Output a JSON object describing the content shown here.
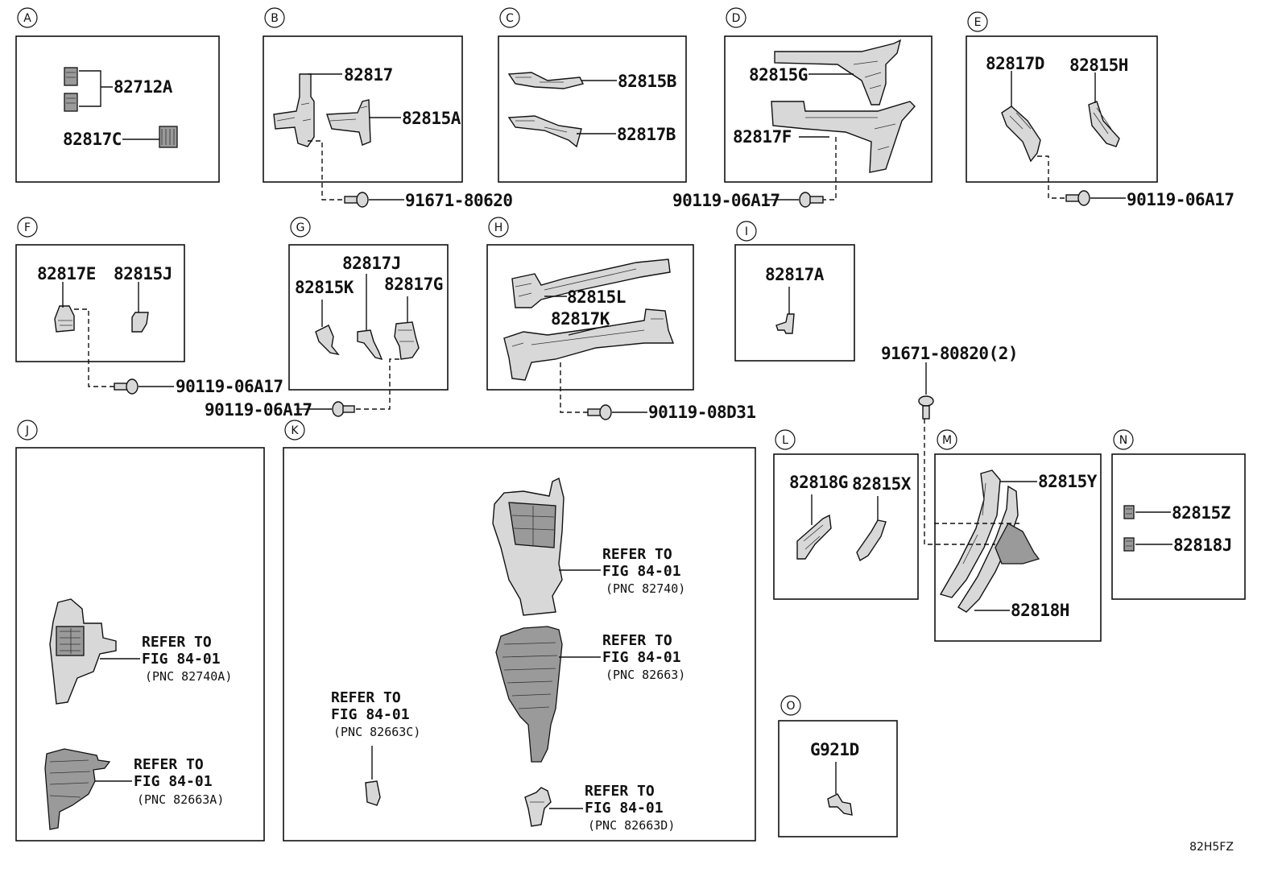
{
  "diagram_code": "82H5FZ",
  "sections": {
    "A": {
      "letter": "A",
      "parts": [
        "82712A",
        "82817C"
      ]
    },
    "B": {
      "letter": "B",
      "parts": [
        "82817",
        "82815A"
      ],
      "fastener": "91671-80620"
    },
    "C": {
      "letter": "C",
      "parts": [
        "82815B",
        "82817B"
      ]
    },
    "D": {
      "letter": "D",
      "parts": [
        "82815G",
        "82817F"
      ],
      "fastener": "90119-06A17"
    },
    "E": {
      "letter": "E",
      "parts": [
        "82817D",
        "82815H"
      ],
      "fastener": "90119-06A17"
    },
    "F": {
      "letter": "F",
      "parts": [
        "82817E",
        "82815J"
      ],
      "fastener": "90119-06A17"
    },
    "G": {
      "letter": "G",
      "parts": [
        "82817J",
        "82815K",
        "82817G"
      ],
      "fastener": "90119-06A17"
    },
    "H": {
      "letter": "H",
      "parts": [
        "82815L",
        "82817K"
      ],
      "fastener": "90119-08D31"
    },
    "I": {
      "letter": "I",
      "parts": [
        "82817A"
      ]
    },
    "J": {
      "letter": "J",
      "refs": [
        {
          "line1": "REFER TO",
          "line2": "FIG 84-01",
          "pnc": "(PNC 82740A)"
        },
        {
          "line1": "REFER TO",
          "line2": "FIG 84-01",
          "pnc": "(PNC 82663A)"
        }
      ]
    },
    "K": {
      "letter": "K",
      "refs": [
        {
          "line1": "REFER TO",
          "line2": "FIG 84-01",
          "pnc": "(PNC 82740)"
        },
        {
          "line1": "REFER TO",
          "line2": "FIG 84-01",
          "pnc": "(PNC 82663)"
        },
        {
          "line1": "REFER TO",
          "line2": "FIG 84-01",
          "pnc": "(PNC 82663C)"
        },
        {
          "line1": "REFER TO",
          "line2": "FIG 84-01",
          "pnc": "(PNC 82663D)"
        }
      ]
    },
    "L": {
      "letter": "L",
      "parts": [
        "82818G",
        "82815X"
      ]
    },
    "M": {
      "letter": "M",
      "parts": [
        "82815Y",
        "82818H"
      ],
      "fastener": "91671-80820(2)"
    },
    "N": {
      "letter": "N",
      "parts": [
        "82815Z",
        "82818J"
      ]
    },
    "O": {
      "letter": "O",
      "parts": [
        "G921D"
      ]
    }
  }
}
